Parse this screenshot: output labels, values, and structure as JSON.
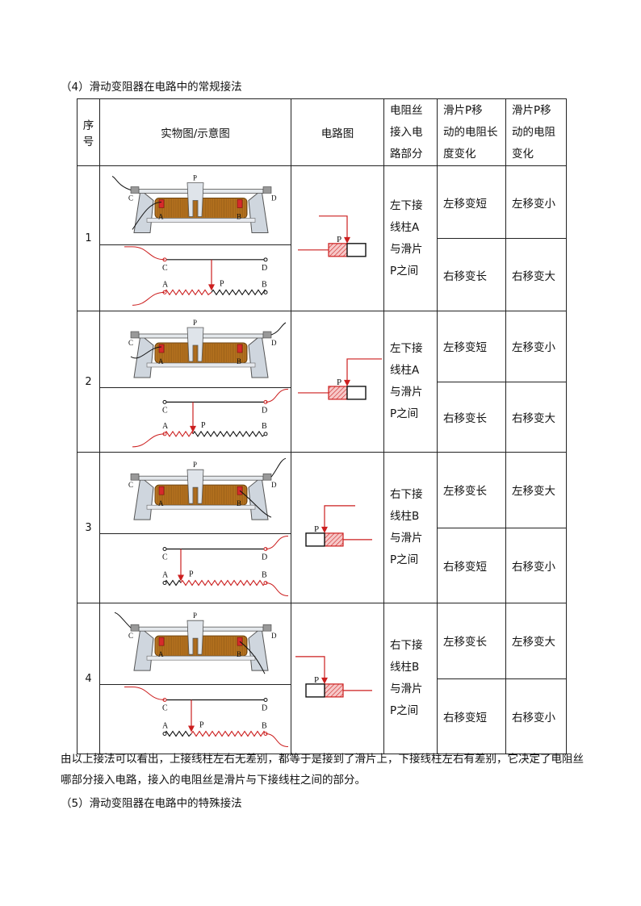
{
  "section4_title": "（4）滑动变阻器在电路中的常规接法",
  "table": {
    "headers": {
      "seq": "序\n号",
      "picture": "实物图/示意图",
      "circuit": "电路图",
      "part": "电阻丝\n接入电\n路部分",
      "len_change": "滑片P移\n动的电阻长\n度变化",
      "res_change": "滑片P移\n动的电阻\n变化"
    },
    "rows": [
      {
        "seq": "1",
        "part": "左下接\n线柱A\n与滑片\nP之间",
        "left_len": "左移变短",
        "left_res": "左移变小",
        "right_len": "右移变长",
        "right_res": "右移变大",
        "labels": {
          "p": "P",
          "a": "A",
          "b": "B",
          "c": "C",
          "d": "D"
        }
      },
      {
        "seq": "2",
        "part": "左下接\n线柱A\n与滑片\nP之间",
        "left_len": "左移变短",
        "left_res": "左移变小",
        "right_len": "右移变长",
        "right_res": "右移变大",
        "labels": {
          "p": "P",
          "a": "A",
          "b": "B",
          "c": "C",
          "d": "D"
        }
      },
      {
        "seq": "3",
        "part": "右下接\n线柱B\n与滑片\nP之间",
        "left_len": "左移变长",
        "left_res": "左移变大",
        "right_len": "右移变短",
        "right_res": "右移变小",
        "labels": {
          "p": "P",
          "a": "A",
          "b": "B",
          "c": "C",
          "d": "D"
        }
      },
      {
        "seq": "4",
        "part": "右下接\n线柱B\n与滑片\nP之间",
        "left_len": "左移变长",
        "left_res": "左移变大",
        "right_len": "右移变短",
        "right_res": "右移变小",
        "labels": {
          "p": "P",
          "a": "A",
          "b": "B",
          "c": "C",
          "d": "D"
        }
      }
    ]
  },
  "conclusion": "由以上接法可以看出，上接线柱左右无差别，都等于是接到了滑片上，下接线柱左右有差别，它决定了电阻丝哪部分接入电路，接入的电阻丝是滑片与下接线柱之间的部分。",
  "section5_title": "（5）滑动变阻器在电路中的特殊接法",
  "colors": {
    "wire_red": "#cc1f1f",
    "coil": "#b8741f",
    "black": "#111111"
  }
}
